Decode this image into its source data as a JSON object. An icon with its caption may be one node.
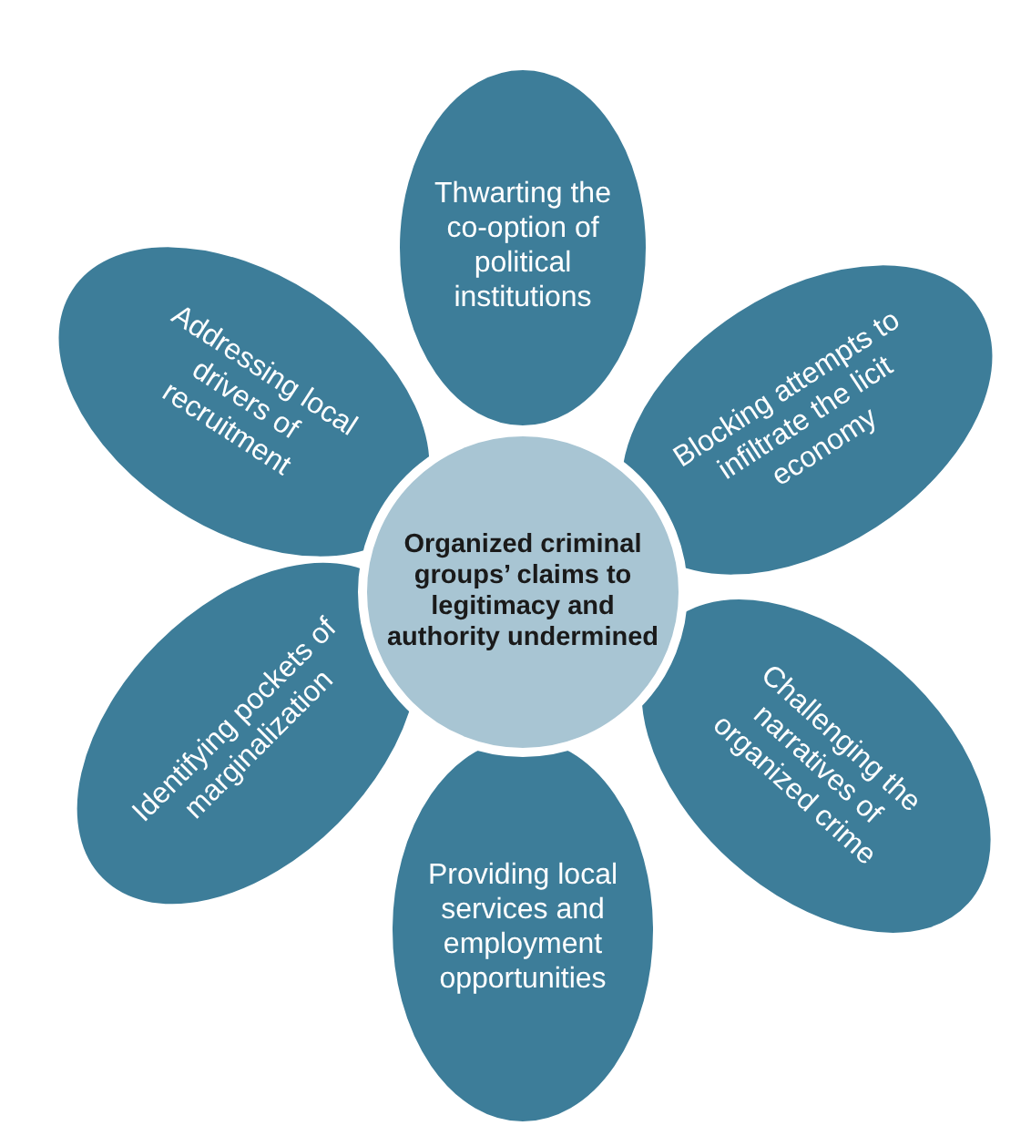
{
  "diagram": {
    "nodes": [
      {
        "text": [
          "Organized criminal groups’ claims to legitimacy and authority undermined"
        ]
      },
      {
        "text": [
          "Thwarting the co-option of political institutions"
        ]
      },
      {
        "text": [
          "Addressing local drivers of recruitment"
        ]
      },
      {
        "text": [
          "Blocking attempts to infiltrate the licit economy"
        ]
      },
      {
        "text": [
          "Identifying pockets of marginalization"
        ]
      },
      {
        "text": [
          "Challenging the narratives of organized crime"
        ]
      },
      {
        "text": [
          "Providing local services and employment opportunities"
        ]
      }
    ]
  }
}
